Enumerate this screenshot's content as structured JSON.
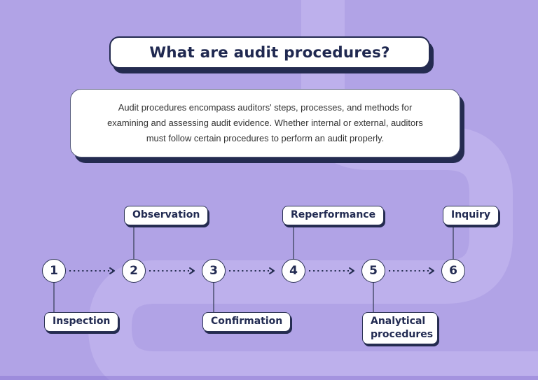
{
  "title": "What are audit procedures?",
  "description": {
    "lines": [
      "Audit procedures encompass auditors' steps, processes, and methods for",
      "examining and assessing audit evidence. Whether internal or external, auditors",
      "must follow certain procedures to perform an audit properly."
    ]
  },
  "steps": [
    {
      "number": "1",
      "label": "Inspection",
      "label_position": "below"
    },
    {
      "number": "2",
      "label": "Observation",
      "label_position": "above"
    },
    {
      "number": "3",
      "label": "Confirmation",
      "label_position": "below"
    },
    {
      "number": "4",
      "label": "Reperformance",
      "label_position": "above"
    },
    {
      "number": "5",
      "label": "Analytical procedures",
      "label_position": "below"
    },
    {
      "number": "6",
      "label": "Inquiry",
      "label_position": "above"
    }
  ],
  "colors": {
    "background": "#b1a3e6",
    "decorative_road": "#c9bdf2",
    "card_background": "#ffffff",
    "accent_navy": "#242b50",
    "description_text": "#333333"
  }
}
